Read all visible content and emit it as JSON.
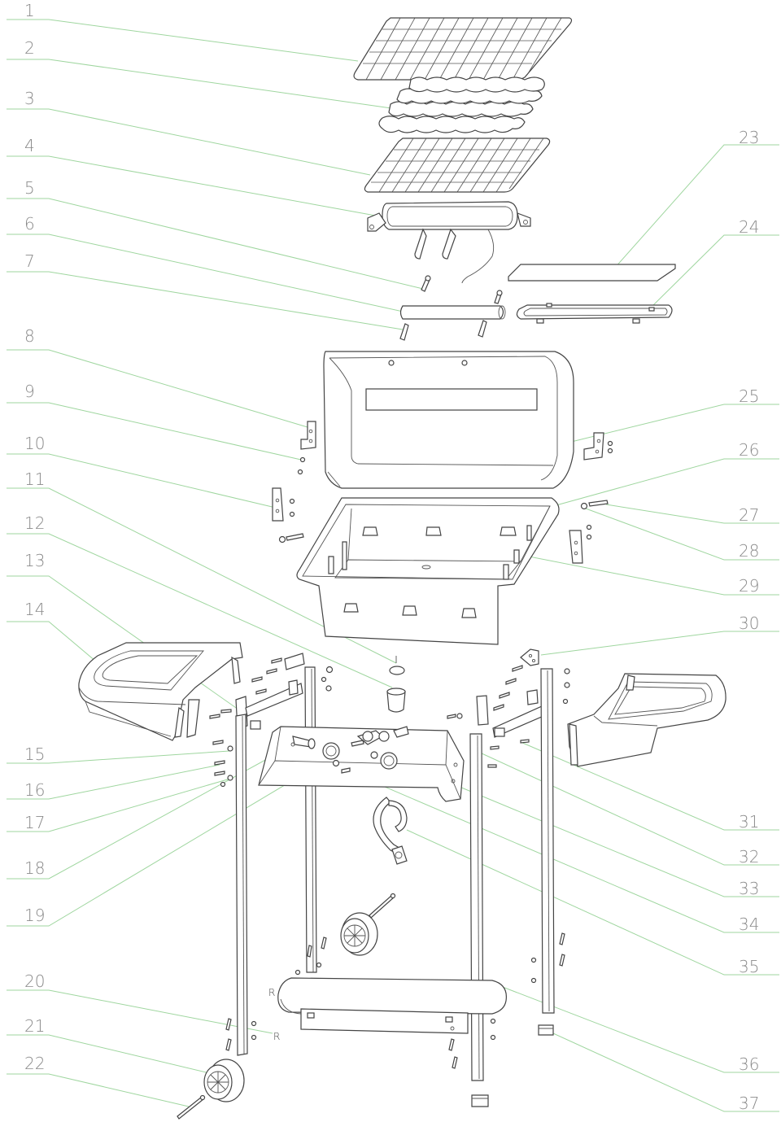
{
  "labels_left": [
    "1",
    "2",
    "3",
    "4",
    "5",
    "6",
    "7",
    "8",
    "9",
    "10",
    "11",
    "12",
    "13",
    "14",
    "15",
    "16",
    "17",
    "18",
    "19",
    "20",
    "21",
    "22"
  ],
  "labels_right": [
    "23",
    "24",
    "25",
    "26",
    "27",
    "28",
    "29",
    "30",
    "31",
    "32",
    "33",
    "34",
    "35",
    "36",
    "37"
  ],
  "marks": [
    "R",
    "R"
  ]
}
